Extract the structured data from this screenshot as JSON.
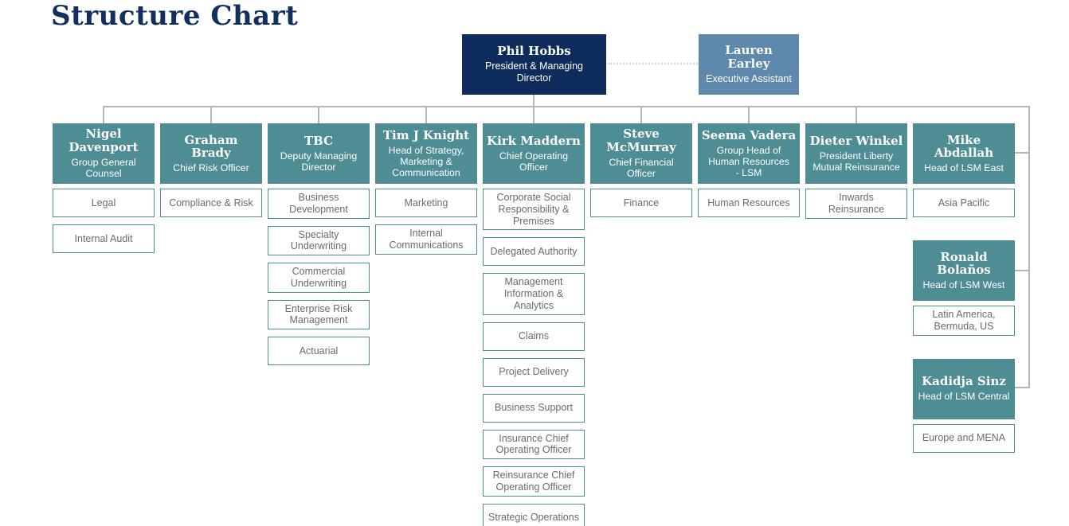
{
  "page": {
    "title": "Structure Chart"
  },
  "root": {
    "name": "Phil Hobbs",
    "title": "President & Managing Director"
  },
  "assistant": {
    "name": "Lauren Earley",
    "title": "Executive Assistant"
  },
  "colors": {
    "title_text": "#12305e",
    "root_box": "#0d2c5b",
    "assistant_box": "#5e88ac",
    "head_box": "#4f8d94",
    "item_border": "#4f8d94",
    "item_text": "#6a6b6d",
    "connector": "#b5b5b5",
    "dotted_connector": "#d3d3d3"
  },
  "columns": [
    {
      "segments": [
        {
          "head": {
            "name": "Nigel Davenport",
            "title": "Group General Counsel"
          },
          "items": [
            "Legal",
            "Internal Audit"
          ]
        }
      ]
    },
    {
      "segments": [
        {
          "head": {
            "name": "Graham Brady",
            "title": "Chief Risk Officer"
          },
          "items": [
            "Compliance & Risk"
          ]
        }
      ]
    },
    {
      "segments": [
        {
          "head": {
            "name": "TBC",
            "title": "Deputy Managing Director"
          },
          "items": [
            "Business Development",
            "Specialty Underwriting",
            "Commercial Underwriting",
            "Enterprise Risk Management",
            "Actuarial"
          ]
        }
      ]
    },
    {
      "segments": [
        {
          "head": {
            "name": "Tim J Knight",
            "title": "Head of Strategy, Marketing & Communication"
          },
          "items": [
            "Marketing",
            "Internal Communications"
          ]
        }
      ]
    },
    {
      "segments": [
        {
          "head": {
            "name": "Kirk Maddern",
            "title": "Chief Operating Officer"
          },
          "items": [
            "Corporate Social Responsibility & Premises",
            "Delegated Authority",
            "Management Information & Analytics",
            "Claims",
            "Project Delivery",
            "Business Support",
            "Insurance Chief Operating Officer",
            "Reinsurance Chief Operating Officer",
            "Strategic Operations"
          ]
        }
      ]
    },
    {
      "segments": [
        {
          "head": {
            "name": "Steve McMurray",
            "title": "Chief Financial Officer"
          },
          "items": [
            "Finance"
          ]
        }
      ]
    },
    {
      "segments": [
        {
          "head": {
            "name": "Seema Vadera",
            "title": "Group Head of Human Resources\n- LSM"
          },
          "items": [
            "Human Resources"
          ]
        }
      ]
    },
    {
      "segments": [
        {
          "head": {
            "name": "Dieter Winkel",
            "title": "President Liberty Mutual Reinsurance"
          },
          "items": [
            "Inwards Reinsurance"
          ]
        }
      ]
    },
    {
      "segments": [
        {
          "head": {
            "name": "Mike Abdallah",
            "title": "Head of LSM East"
          },
          "items": [
            "Asia Pacific"
          ]
        },
        {
          "head": {
            "name": "Ronald Bolaños",
            "title": "Head of LSM West"
          },
          "items": [
            "Latin America, Bermuda, US"
          ]
        },
        {
          "head": {
            "name": "Kadidja Sinz",
            "title": "Head of LSM Central"
          },
          "items": [
            "Europe and MENA"
          ]
        }
      ]
    }
  ]
}
